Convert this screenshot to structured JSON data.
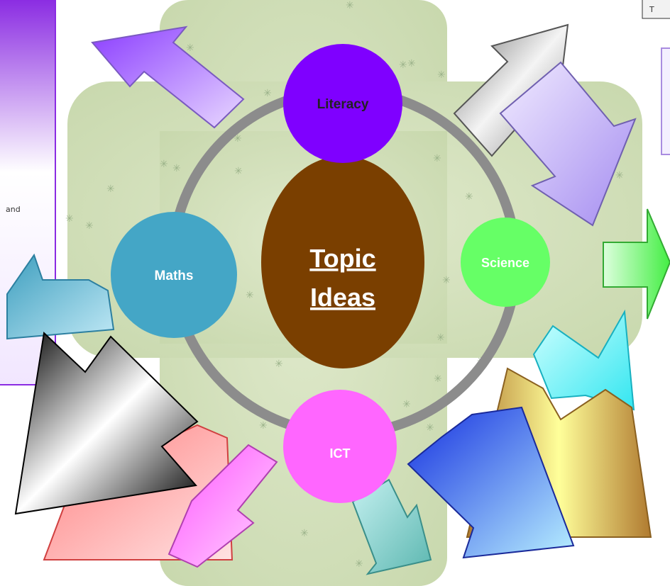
{
  "diagram": {
    "center": {
      "line1": "Topic",
      "line2": "Ideas",
      "color": "#7a3f00"
    },
    "nodes": [
      {
        "id": "literacy",
        "label": "Literacy",
        "color": "#7f00ff"
      },
      {
        "id": "science",
        "label": "Science",
        "color": "#66ff66"
      },
      {
        "id": "ict",
        "label": "ICT",
        "color": "#ff66ff"
      },
      {
        "id": "maths",
        "label": "Maths",
        "color": "#44a6c6"
      }
    ],
    "ring_color": "#8c8c8c",
    "background_color": "#d6e2c0"
  },
  "left_panel": {
    "fragment_text": "and",
    "border_color": "#8a2be2"
  },
  "top_right_panel": {
    "fragment_text": "T"
  }
}
